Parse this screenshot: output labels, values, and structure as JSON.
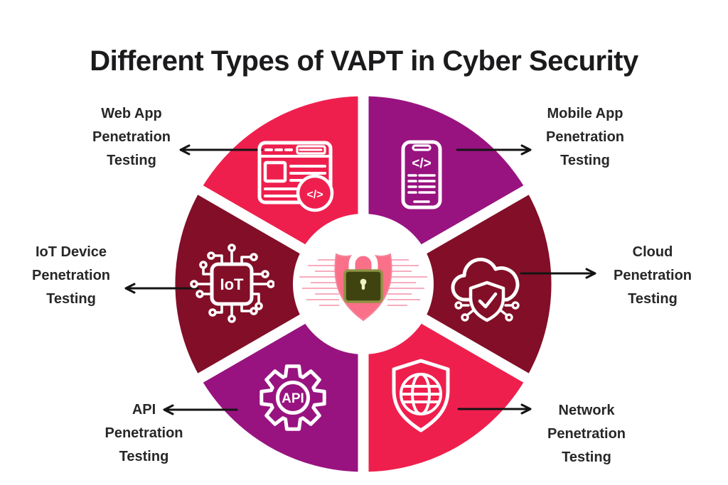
{
  "title": "Different Types of VAPT in Cyber Security",
  "palette": {
    "red": "#EF1F4D",
    "purple": "#981380",
    "maroon": "#820F27",
    "shield_pink": "#F97088",
    "shield_pink_edge": "#F4849A",
    "circuit_pink": "#F6A0B4",
    "lock_body": "#3F430F",
    "lock_border": "#8E9242",
    "lock_keyhole": "#EDF2C4",
    "text": "#272727",
    "arrow": "#141414",
    "background": "#FFFFFF"
  },
  "segments": [
    {
      "id": "web-app",
      "label": "Web App\nPenetration\nTesting",
      "color": "red",
      "icon": "web-app-browser-code-icon"
    },
    {
      "id": "mobile-app",
      "label": "Mobile App\nPenetration\nTesting",
      "color": "purple",
      "icon": "mobile-phone-code-icon"
    },
    {
      "id": "cloud",
      "label": "Cloud\nPenetration\nTesting",
      "color": "maroon",
      "icon": "cloud-shield-check-icon"
    },
    {
      "id": "network",
      "label": "Network\nPenetration\nTesting",
      "color": "red",
      "icon": "globe-shield-icon"
    },
    {
      "id": "api",
      "label": "API\nPenetration\nTesting",
      "color": "purple",
      "icon": "gear-api-icon"
    },
    {
      "id": "iot",
      "label": "IoT Device\nPenetration\nTesting",
      "color": "maroon",
      "icon": "iot-chip-icon"
    }
  ],
  "icon_texts": {
    "code": "</>",
    "api": "API",
    "iot": "IoT"
  },
  "center": {
    "icon": "shield-lock-icon"
  }
}
